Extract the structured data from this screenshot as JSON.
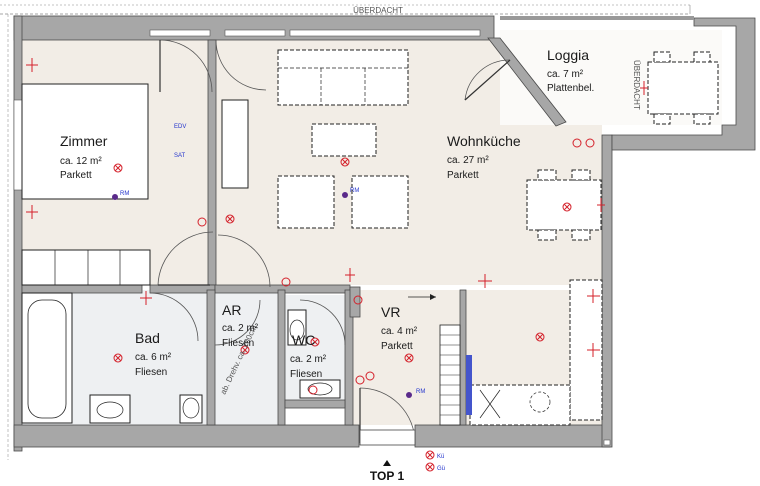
{
  "rooms": {
    "zimmer": {
      "name": "Zimmer",
      "area": "ca. 12 m²",
      "floor": "Parkett"
    },
    "wohnkueche": {
      "name": "Wohnküche",
      "area": "ca. 27 m²",
      "floor": "Parkett"
    },
    "loggia": {
      "name": "Loggia",
      "area": "ca. 7 m²",
      "floor": "Plattenbel."
    },
    "bad": {
      "name": "Bad",
      "area": "ca. 6 m²",
      "floor": "Fliesen"
    },
    "ar": {
      "name": "AR",
      "area": "ca. 2 m²",
      "floor": "Fliesen"
    },
    "wc": {
      "name": "WC",
      "area": "ca. 2 m²",
      "floor": "Fliesen"
    },
    "vr": {
      "name": "VR",
      "area": "ca. 4 m²",
      "floor": "Parkett"
    }
  },
  "labels": {
    "ueberdacht": "ÜBERDACHT",
    "ueberdacht_side": "ÜBERDACHT",
    "top": "TOP 1",
    "rm1": "RM",
    "rm2": "RM",
    "rm3": "RM",
    "edv": "EDV",
    "sat": "SAT",
    "kue": "Kü",
    "gue": "Gü",
    "schraege": "ab. Drehv. ca. 200cm"
  },
  "colors": {
    "wall": "#a7a7a7",
    "floor_parkett": "#f2ede6",
    "floor_tile": "#eef0f2",
    "electrical": "#d4202a",
    "annotation": "#3344cc",
    "detector": "#5a2a8a"
  },
  "icons": [
    "door-swing",
    "socket-outlet",
    "light-fixture",
    "smoke-detector",
    "distribution-board",
    "stair"
  ]
}
